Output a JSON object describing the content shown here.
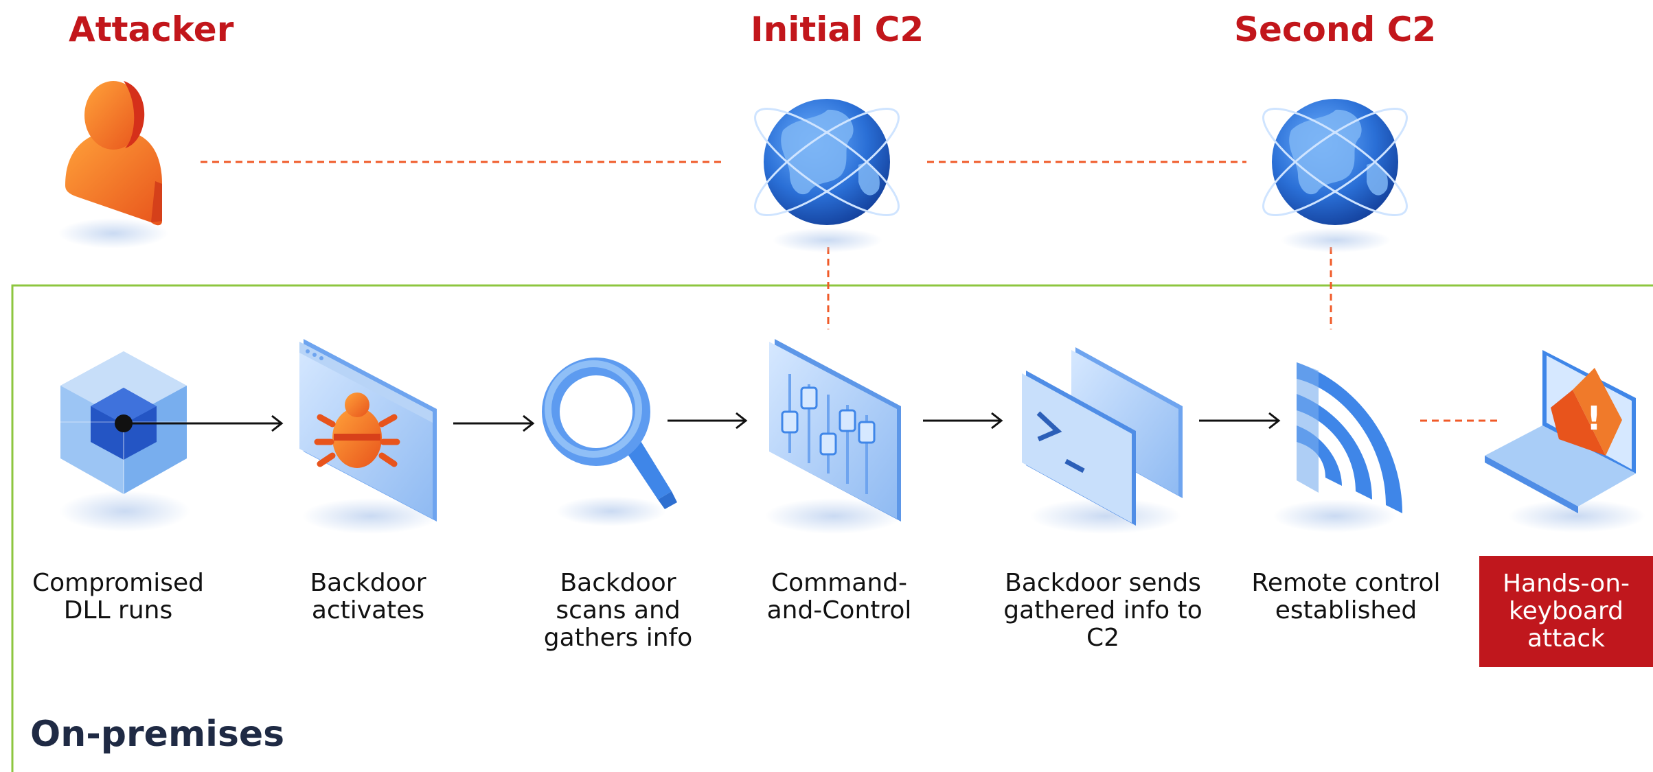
{
  "actors": {
    "attacker": "Attacker",
    "initial_c2": "Initial C2",
    "second_c2": "Second C2"
  },
  "zone": {
    "label": "On-premises",
    "border_color": "#8dc63f"
  },
  "steps": [
    {
      "label": "Compromised DLL runs",
      "icon": "dll-cube-icon"
    },
    {
      "label": "Backdoor activates",
      "icon": "bug-window-icon"
    },
    {
      "label": "Backdoor scans and gathers info",
      "icon": "magnifier-icon"
    },
    {
      "label": "Command-and-Control",
      "icon": "control-panel-icon"
    },
    {
      "label": "Backdoor sends gathered info to C2",
      "icon": "terminal-windows-icon"
    },
    {
      "label": "Remote control established",
      "icon": "signal-icon"
    },
    {
      "label": "Hands-on-keyboard attack",
      "icon": "warning-laptop-icon"
    }
  ],
  "colors": {
    "accent_red": "#c2161b",
    "dash_orange": "#f05a28",
    "icon_blue": "#3f86e8",
    "icon_light_blue": "#a9cdf7"
  }
}
